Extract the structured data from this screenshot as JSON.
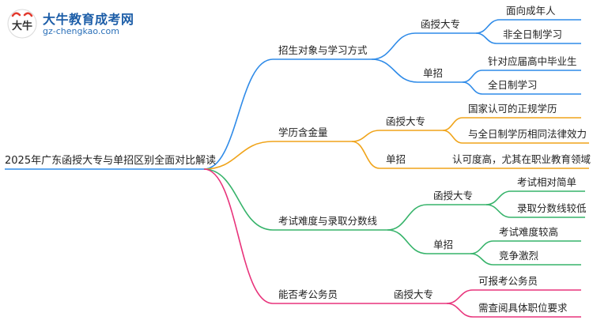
{
  "brand": {
    "name": "大牛教育成考网",
    "url": "gz-chengkao.com",
    "logo_glyph": "大牛",
    "logo_icon": "bull-head-logo-icon"
  },
  "root": {
    "label": "2025年广东函授大专与单招区别全面对比解读"
  },
  "colors": {
    "blue": "#2f8be8",
    "orange": "#f0a41a",
    "green": "#36b36a",
    "pink": "#e8337b",
    "text": "#222222"
  },
  "branches": [
    {
      "label": "招生对象与学习方式",
      "color": "blue",
      "children": [
        {
          "label": "函授大专",
          "children": [
            {
              "label": "面向成年人"
            },
            {
              "label": "非全日制学习"
            }
          ]
        },
        {
          "label": "单招",
          "children": [
            {
              "label": "针对应届高中毕业生"
            },
            {
              "label": "全日制学习"
            }
          ]
        }
      ]
    },
    {
      "label": "学历含金量",
      "color": "orange",
      "children": [
        {
          "label": "函授大专",
          "children": [
            {
              "label": "国家认可的正规学历"
            },
            {
              "label": "与全日制学历相同法律效力"
            }
          ]
        },
        {
          "label": "单招",
          "children": [
            {
              "label": "认可度高，尤其在职业教育领域"
            }
          ]
        }
      ]
    },
    {
      "label": "考试难度与录取分数线",
      "color": "green",
      "children": [
        {
          "label": "函授大专",
          "children": [
            {
              "label": "考试相对简单"
            },
            {
              "label": "录取分数线较低"
            }
          ]
        },
        {
          "label": "单招",
          "children": [
            {
              "label": "考试难度较高"
            },
            {
              "label": "竞争激烈"
            }
          ]
        }
      ]
    },
    {
      "label": "能否考公务员",
      "color": "pink",
      "children": [
        {
          "label": "函授大专",
          "children": [
            {
              "label": "可报考公务员"
            },
            {
              "label": "需查阅具体职位要求"
            }
          ]
        }
      ]
    }
  ]
}
